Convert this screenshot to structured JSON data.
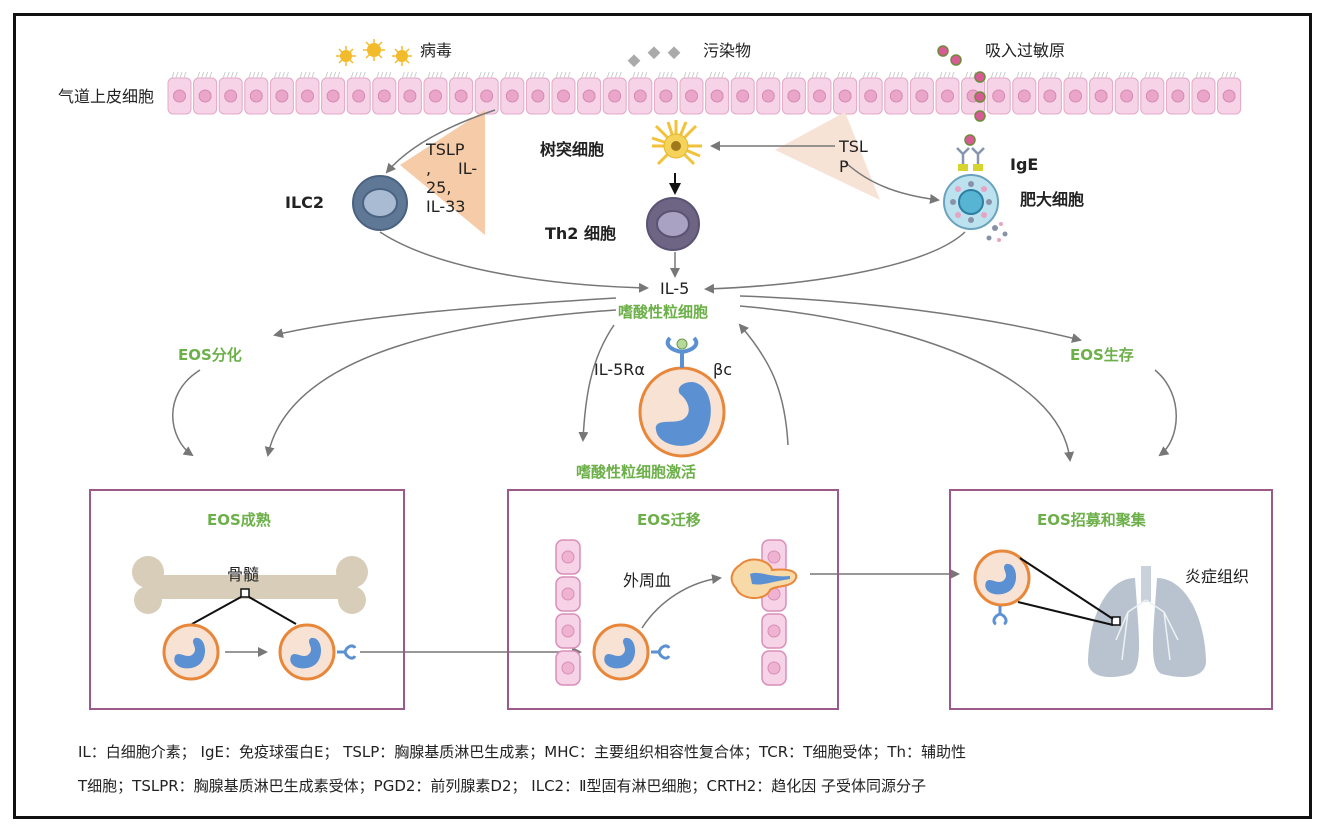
{
  "title": "嗜酸性粒细胞炎症通路示意图",
  "colors": {
    "green_label": "#6db04a",
    "box_border": "#9b5a8a",
    "arrow": "#777777",
    "epithelium": "#f6d3e6",
    "eos_cytoplasm": "#f7e2d4",
    "eos_border": "#e8873a",
    "eos_nucleus": "#5b90d2",
    "tslp_wedge": "#f5cba8"
  },
  "top": {
    "epithelium_label": "气道上皮细胞",
    "triggers": [
      {
        "label": "病毒",
        "icon": "virus-icon"
      },
      {
        "label": "污染物",
        "icon": "pollutant-icon"
      },
      {
        "label": "吸入过敏原",
        "icon": "allergen-icon"
      }
    ]
  },
  "cells": {
    "ilc2": "ILC2",
    "dendritic": "树突细胞",
    "th2": "Th2 细胞",
    "mast": "肥大细胞",
    "ige": "IgE"
  },
  "cytokines": {
    "left_wedge": [
      "TSLP",
      ",",
      "IL-",
      "25,",
      "IL-33"
    ],
    "right_wedge": [
      "TSL",
      "P"
    ],
    "il5": "IL-5"
  },
  "center": {
    "eosinophil": "嗜酸性粒细胞",
    "receptor_alpha": "IL-5Rα",
    "receptor_beta": "βc",
    "activation": "嗜酸性粒细胞激活"
  },
  "processes": {
    "differentiation": "EOS分化",
    "survival": "EOS生存"
  },
  "boxes": [
    {
      "title": "EOS成熟",
      "sublabel": "骨髓"
    },
    {
      "title": "EOS迁移",
      "sublabel": "外周血"
    },
    {
      "title": "EOS招募和聚集",
      "sublabel": "炎症组织"
    }
  ],
  "legend": {
    "line1": "IL：白细胞介素；  IgE：免疫球蛋白E；  TSLP：胸腺基质淋巴生成素；MHC：主要组织相容性复合体；TCR：T细胞受体；Th：辅助性",
    "line2": "T细胞；TSLPR：胸腺基质淋巴生成素受体；PGD2：前列腺素D2；  ILC2：Ⅱ型固有淋巴细胞；CRTH2：趋化因 子受体同源分子"
  }
}
